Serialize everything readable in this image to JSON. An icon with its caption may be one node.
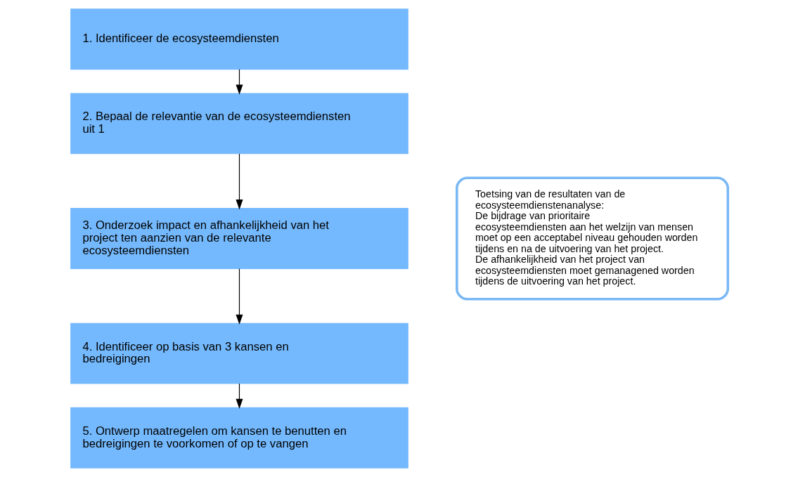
{
  "diagram": {
    "nodes": [
      {
        "text": [
          "1. Identificeer de ecosysteemdiensten"
        ]
      },
      {
        "text": [
          "2. Bepaal de relevantie van de ecosysteemdiensten uit 1"
        ]
      },
      {
        "text": [
          "3. Onderzoek impact en afhankelijkheid van het project ten aanzien van de relevante ecosysteemdiensten"
        ]
      },
      {
        "text": [
          "4. Identificeer op basis van 3 kansen en bedreigingen"
        ]
      },
      {
        "text": [
          "5. Ontwerp maatregelen om kansen te benutten en bedreigingen te voorkomen of op te vangen"
        ]
      },
      {
        "text": [
          "Toetsing van de resultaten van de ecosysteemdienstenanalyse:",
          "De bijdrage van prioritaire ecosysteemdiensten aan het welzijn van mensen moet op een acceptabel niveau gehouden worden tijdens en na de uitvoering van het project.",
          "De afhankelijkheid van het project van ecosysteemdiensten moet gemanagened worden tijdens de uitvoering van het project."
        ]
      }
    ],
    "edges": [
      {
        "from": 0,
        "to": 1,
        "arrow": "to"
      },
      {
        "from": 1,
        "to": 2,
        "arrow": "to"
      },
      {
        "from": 2,
        "to": 3,
        "arrow": "to"
      },
      {
        "from": 3,
        "to": 4,
        "arrow": "to"
      }
    ]
  }
}
